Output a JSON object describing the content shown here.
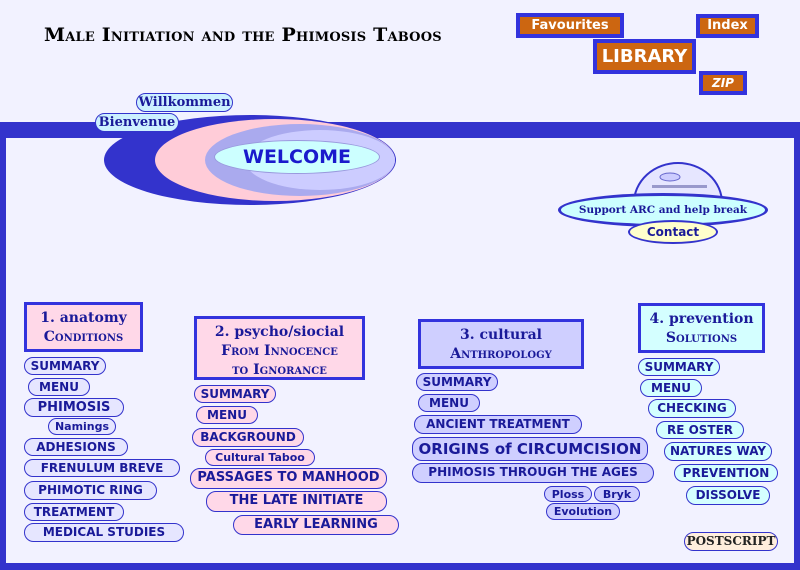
{
  "header": {
    "title": "Male Initiation and the Phimosis Taboos",
    "favourites": "Favourites",
    "index": "Index",
    "library": "LIBRARY",
    "zip": "ZIP"
  },
  "greetings": {
    "willkommen": "Willkommen",
    "bienvenue": "Bienvenue",
    "welcome": "WELCOME"
  },
  "support": {
    "text": "Support ARC and help break Taboos",
    "contact": "Contact"
  },
  "columns": [
    {
      "heading_line1": "1. anatomy",
      "heading_line2": "Conditions",
      "items": [
        "SUMMARY",
        "MENU",
        "PHIMOSIS",
        "Namings",
        "ADHESIONS",
        "FRENULUM BREVE",
        "PHIMOTIC RING",
        "TREATMENT",
        "MEDICAL STUDIES"
      ]
    },
    {
      "heading_line1": "2. psycho/siocial",
      "heading_line2": "From Innocence",
      "heading_line3": "to Ignorance",
      "items": [
        "SUMMARY",
        "MENU",
        "BACKGROUND",
        "Cultural Taboo",
        "PASSAGES TO MANHOOD",
        "THE LATE INITIATE",
        "EARLY LEARNING"
      ]
    },
    {
      "heading_line1": "3. cultural",
      "heading_line2": "Anthropology",
      "items": [
        "SUMMARY",
        "MENU",
        "ANCIENT TREATMENT",
        "ORIGINS of CIRCUMCISION",
        "PHIMOSIS THROUGH THE AGES",
        "Ploss",
        "Bryk",
        "Evolution"
      ]
    },
    {
      "heading_line1": "4. prevention",
      "heading_line2": "Solutions",
      "items": [
        "SUMMARY",
        "MENU",
        "CHECKING",
        "RE OSTER",
        "NATURES WAY",
        "PREVENTION",
        "DISSOLVE"
      ]
    }
  ],
  "postscript": "POSTSCRIPT",
  "colors": {
    "frame": "#3333cc",
    "orange": "#cc6611",
    "welcome_ellipse": "#3333cc"
  }
}
